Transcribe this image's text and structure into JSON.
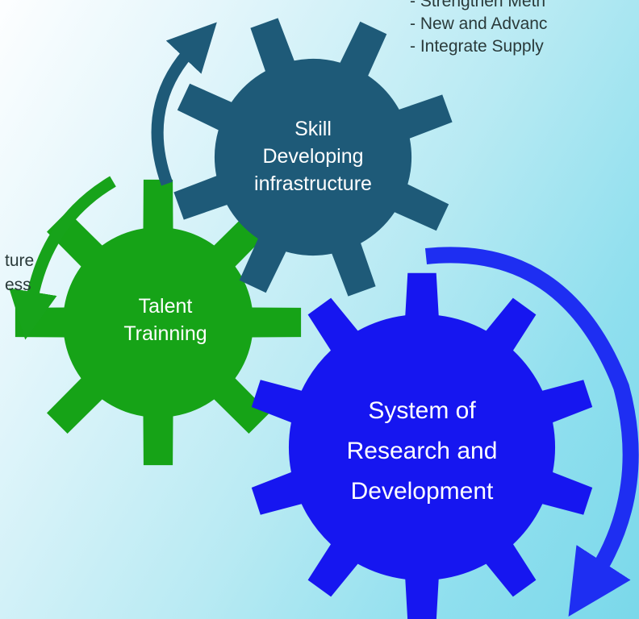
{
  "colors": {
    "skill_gear": "#1e5a78",
    "talent_gear": "#16a317",
    "research_gear": "#1616f0",
    "skill_arrow": "#1e5a78",
    "talent_arrow": "#17a31a",
    "research_arrow": "#1e2ef2"
  },
  "gears": {
    "skill": {
      "lines": [
        "Skill",
        "Developing",
        "infrastructure"
      ]
    },
    "talent": {
      "lines": [
        "Talent",
        "Trainning"
      ]
    },
    "research": {
      "lines": [
        "System of",
        "Research and",
        "Development"
      ]
    }
  },
  "notes": {
    "top_right": [
      "- Strengthen Meth",
      "- New and Advanc",
      "- Integrate Supply"
    ],
    "left": [
      "ture",
      "ess"
    ]
  },
  "icons": [
    "circular-arrow-icon",
    "gear-icon"
  ]
}
